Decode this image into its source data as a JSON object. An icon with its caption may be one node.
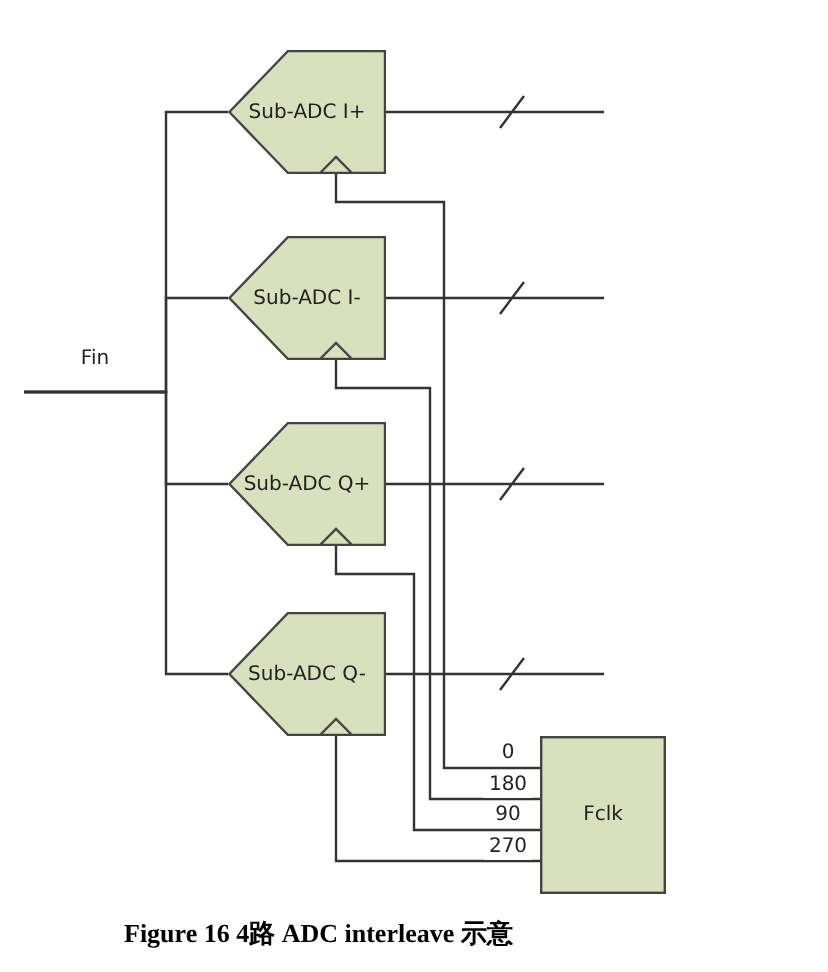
{
  "diagram": {
    "caption": "Figure 16 4路 ADC interleave 示意",
    "nodes": [
      {
        "text": [
          "Fin"
        ]
      },
      {
        "text": [
          "Sub-ADC I+"
        ]
      },
      {
        "text": [
          "Sub-ADC I-"
        ]
      },
      {
        "text": [
          "Sub-ADC Q+"
        ]
      },
      {
        "text": [
          "Sub-ADC Q-"
        ]
      },
      {
        "text": [
          "Fclk"
        ]
      }
    ],
    "edges": [
      {
        "from": 0,
        "to": 1,
        "arrow": "none"
      },
      {
        "from": 0,
        "to": 2,
        "arrow": "none"
      },
      {
        "from": 0,
        "to": 3,
        "arrow": "none"
      },
      {
        "from": 0,
        "to": 4,
        "arrow": "none"
      },
      {
        "from": 1,
        "to": null,
        "arrow": "none"
      },
      {
        "from": 2,
        "to": null,
        "arrow": "none"
      },
      {
        "from": 3,
        "to": null,
        "arrow": "none"
      },
      {
        "from": 4,
        "to": null,
        "arrow": "none"
      },
      {
        "from": 5,
        "to": 1,
        "label": "0",
        "arrow": "none"
      },
      {
        "from": 5,
        "to": 2,
        "label": "180",
        "arrow": "none"
      },
      {
        "from": 5,
        "to": 3,
        "label": "90",
        "arrow": "none"
      },
      {
        "from": 5,
        "to": 4,
        "label": "270",
        "arrow": "none"
      }
    ]
  }
}
